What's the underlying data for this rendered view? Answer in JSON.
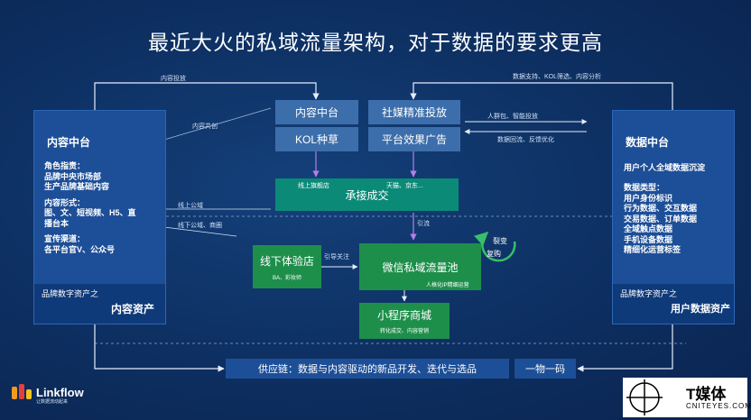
{
  "title": "最近大火的私域流量架构，对于数据的要求更高",
  "left_panel": {
    "heading": "内容中台",
    "role_title": "角色指责：",
    "role_lines": [
      "品牌中央市场部",
      "生产品牌基础内容"
    ],
    "form_title": "内容形式：",
    "form_lines": [
      "图、文、短视频、H5、直",
      "播台本"
    ],
    "channel_title": "宣传渠道：",
    "channel_lines": [
      "各平台官V、公众号"
    ],
    "asset_prefix": "品牌数字资产之",
    "asset_label": "内容资产"
  },
  "right_panel": {
    "heading": "数据中台",
    "intro": "用户个人全域数据沉淀",
    "types_title": "数据类型：",
    "type_lines": [
      "用户身份标识",
      "行为数据、交互数据",
      "交易数据、订单数据",
      "全域触点数据",
      "手机设备数据",
      "精细化运营标签"
    ],
    "asset_prefix": "品牌数字资产之",
    "asset_label": "用户数据资产"
  },
  "boxes": {
    "content_hub": "内容中台",
    "social_ads": "社媒精准投放",
    "kol": "KOL种草",
    "platform_ads": "平台效果广告",
    "deal": "承接成交",
    "offline_store": "线下体验店",
    "offline_sub": "BA、彩妆师",
    "wechat_pool": "微信私域流量池",
    "wechat_sub": "人格化IP精细运营",
    "mini_program": "小程序商城",
    "mini_sub": "转化成交、内容营销",
    "flagship": "线上旗舰店",
    "tmall": "天猫、京东..."
  },
  "labels": {
    "content_delivery": "内容投放",
    "content_cocreate": "内容共创",
    "data_support": "数据支持、KOL筛选、内容分析",
    "crowd_pack": "人群包、智能投放",
    "data_feedback": "数据回流、反馈优化",
    "online_public": "线上公域",
    "offline_public": "线下公域、商圈",
    "diversion": "引流",
    "guide_follow": "引导关注",
    "fission": "裂变",
    "repurchase": "复购"
  },
  "bottom": {
    "chain": "供应链：数据与内容驱动的新品开发、迭代与选品",
    "code": "一物一码"
  },
  "logo": {
    "name": "Linkflow",
    "tagline": "让数据流动起来"
  },
  "watermark": {
    "name": "T媒体",
    "site": "CNITEYES.COM"
  }
}
